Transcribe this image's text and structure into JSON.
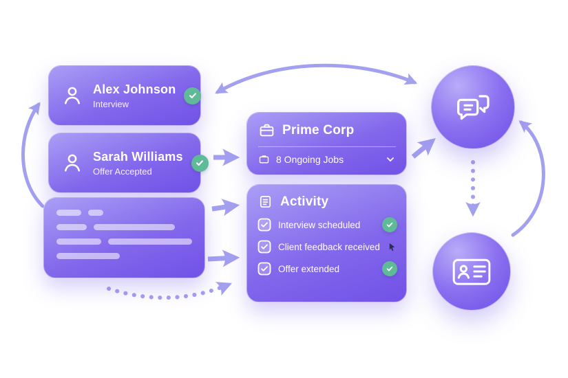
{
  "colors": {
    "background": "#ffffff",
    "card_top": "#aa9ef5",
    "card_bottom": "#7052e7",
    "accent_green": "#5fba97",
    "arrow": "#a4a0f0",
    "text": "#ffffff"
  },
  "candidates": [
    {
      "name": "Alex Johnson",
      "status": "Interview",
      "status_icon": "check-icon"
    },
    {
      "name": "Sarah Williams",
      "status": "Offer Accepted",
      "status_icon": "check-icon"
    }
  ],
  "company": {
    "name": "Prime Corp",
    "jobs_label": "8 Ongoing Jobs",
    "title_icon": "briefcase-icon",
    "jobs_icon": "briefcase-small-icon",
    "expander_icon": "chevron-down-icon"
  },
  "activity": {
    "title": "Activity",
    "title_icon": "note-list-icon",
    "items": [
      {
        "label": "Interview scheduled",
        "trailing": "check-icon"
      },
      {
        "label": "Client feedback received",
        "trailing": "cursor-icon"
      },
      {
        "label": "Offer extended",
        "trailing": "check-icon"
      }
    ]
  },
  "nodes": {
    "messaging_icon": "chat-bubbles-icon",
    "profile_icon": "id-card-icon"
  }
}
